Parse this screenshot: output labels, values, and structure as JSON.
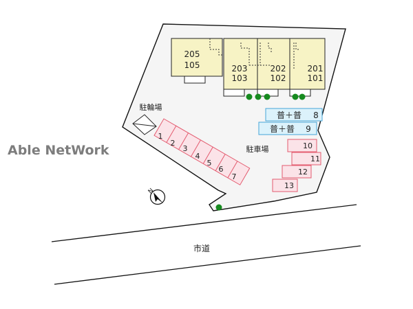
{
  "brand": "Able NetWork",
  "areas": {
    "bicycle_parking": "駐輪場",
    "parking_lot": "駐車場",
    "city_road": "市道"
  },
  "units": [
    {
      "upper": "205",
      "lower": "105"
    },
    {
      "upper": "203",
      "lower": "103"
    },
    {
      "upper": "202",
      "lower": "102"
    },
    {
      "upper": "201",
      "lower": "101"
    }
  ],
  "blue_spaces": [
    {
      "label": "普＋普",
      "num": "8"
    },
    {
      "label": "普＋普",
      "num": "9"
    }
  ],
  "red_spaces_left": [
    "1",
    "2",
    "3",
    "4",
    "5",
    "6",
    "7"
  ],
  "red_spaces_right": [
    "10",
    "11",
    "12",
    "13"
  ],
  "compass": "N",
  "colors": {
    "building_fill": "#f7f3c5",
    "lot_fill": "#f5f5f5",
    "red_space_fill": "#fbe3e8",
    "red_space_stroke": "#e35a6e",
    "blue_space_fill": "#dcf2fb",
    "blue_space_stroke": "#45a5d8",
    "tree": "#168a1f",
    "brand_text": "#7d7d7d"
  }
}
